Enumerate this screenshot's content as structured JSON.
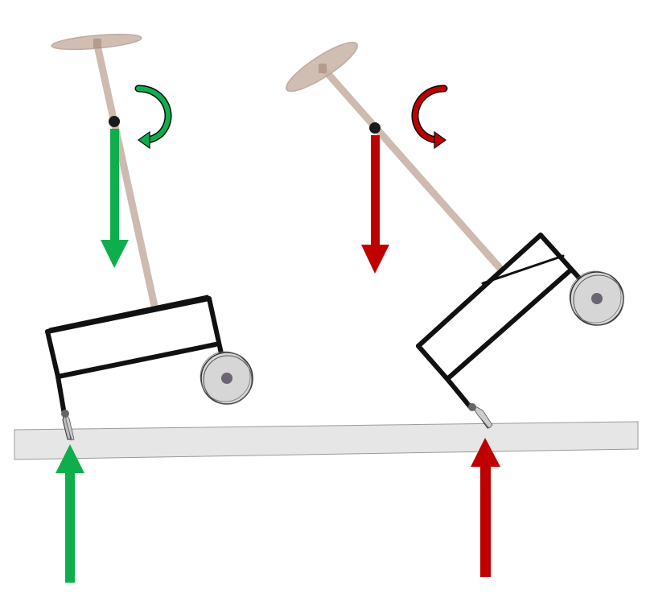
{
  "colors": {
    "background": "#ffffff",
    "ground_fill": "#e6e6e6",
    "ground_stroke": "#999999",
    "pole": "#c9b3a6",
    "pole_top": "#cdb7ab",
    "frame": "#111111",
    "wheel_fill": "#d6d6d6",
    "wheel_stroke": "#333333",
    "stable_arrow": "#0fae4c",
    "unstable_arrow": "#c00000",
    "pivot_dot": "#1a1a1a"
  },
  "figures": [
    {
      "name": "stable-configuration",
      "arrow_color_key": "stable_arrow",
      "rotation_direction": "clockwise",
      "icons": [
        "gravity-force-arrow",
        "ground-reaction-arrow",
        "rotation-arrow-icon"
      ]
    },
    {
      "name": "unstable-configuration",
      "arrow_color_key": "unstable_arrow",
      "rotation_direction": "counterclockwise",
      "icons": [
        "gravity-force-arrow",
        "ground-reaction-arrow",
        "rotation-arrow-icon"
      ]
    }
  ]
}
